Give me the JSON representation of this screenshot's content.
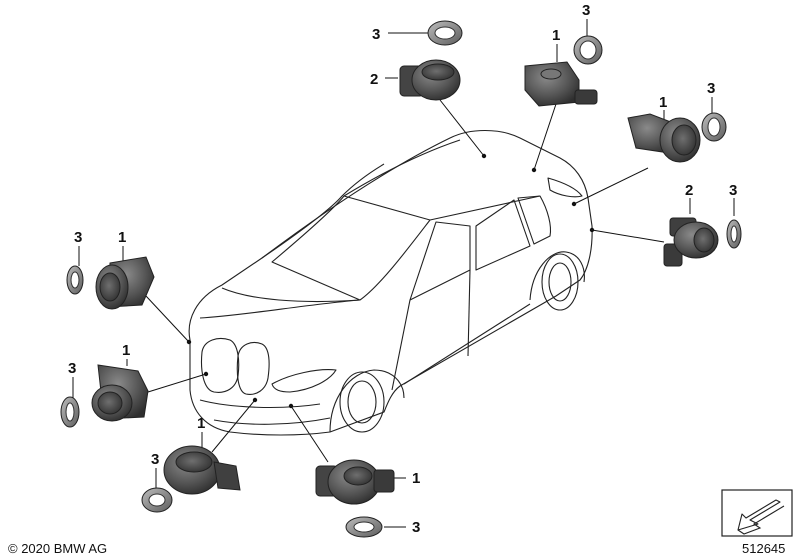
{
  "callouts": {
    "top_ring": "3",
    "top_sensor": "2",
    "top_right_sensor": "1",
    "top_right_ring": "3",
    "right_sensor": "1",
    "right_ring": "3",
    "rear_sensor": "2",
    "rear_ring": "3",
    "left_upper_ring": "3",
    "left_upper_sensor": "1",
    "left_lower_ring": "3",
    "left_lower_sensor": "1",
    "bottom_left_sensor": "1",
    "bottom_left_ring": "3",
    "bottom_right_sensor": "1",
    "bottom_right_ring": "3"
  },
  "footer": {
    "copyright": "© 2020 BMW AG",
    "drawing_number": "512645"
  },
  "icons": {
    "corner_badge": "arrow-down-left-icon"
  }
}
